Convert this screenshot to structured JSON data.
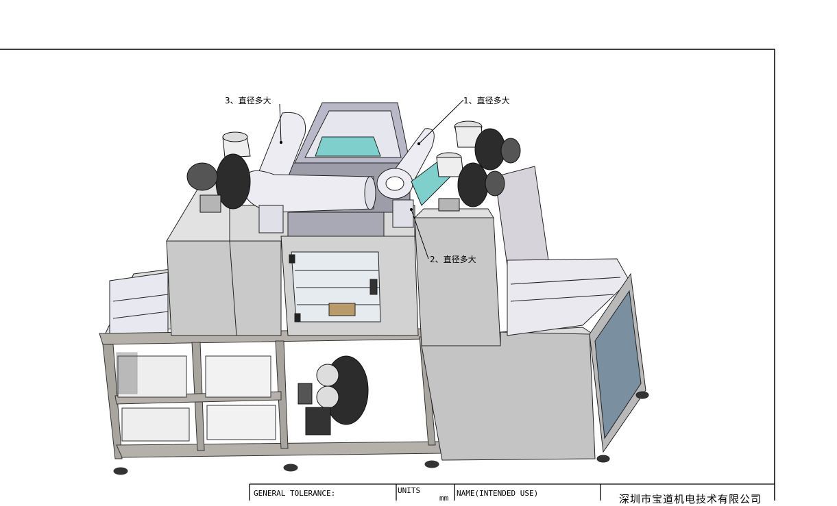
{
  "callouts": {
    "c1": "1、直径多大",
    "c2": "2、直径多大",
    "c3": "3、直径多大"
  },
  "title_block": {
    "general_tolerance": "GENERAL TOLERANCE:",
    "units": "UNITS",
    "units_value": "mm",
    "name": "NAME(INTENDED USE)",
    "company": "深圳市宝道机电技术有限公司"
  },
  "colors": {
    "body": "#c9c9c9",
    "body_dark": "#a9a9a9",
    "pipe": "#ececf2",
    "teal": "#7fd0cc",
    "fan": "#2c2c2c",
    "frame": "#a8a49e",
    "panel_blue": "#7a8fa0"
  }
}
